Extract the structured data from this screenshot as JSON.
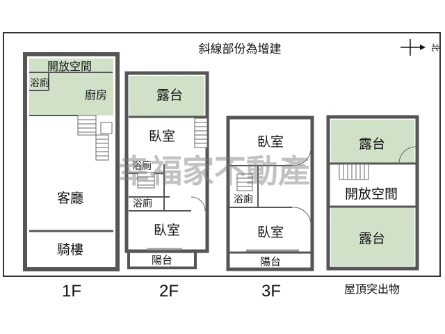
{
  "note": "斜線部份為增建",
  "compass": {
    "label": "北",
    "icon": "north-arrow-icon"
  },
  "watermark": "幸福家不動產",
  "colors": {
    "wall": "#555555",
    "annex_fill": "#d4e4cc",
    "watermark": "#7a7a7a"
  },
  "floors": {
    "f1": {
      "label": "1F",
      "rooms": {
        "open_space": "開放空間",
        "bathroom": "浴廁",
        "kitchen": "廚房",
        "living_room": "客廳",
        "arcade": "騎樓"
      }
    },
    "f2": {
      "label": "2F",
      "rooms": {
        "terrace": "露台",
        "bedroom1": "臥室",
        "bathroom1": "浴廁",
        "bathroom2": "浴廁",
        "bedroom2": "臥室",
        "balcony": "陽台"
      }
    },
    "f3": {
      "label": "3F",
      "rooms": {
        "bedroom1": "臥室",
        "bathroom": "浴廁",
        "bedroom2": "臥室",
        "balcony": "陽台"
      }
    },
    "roof": {
      "label": "屋頂突出物",
      "rooms": {
        "terrace1": "露台",
        "open_space": "開放空間",
        "terrace2": "露台"
      }
    }
  }
}
